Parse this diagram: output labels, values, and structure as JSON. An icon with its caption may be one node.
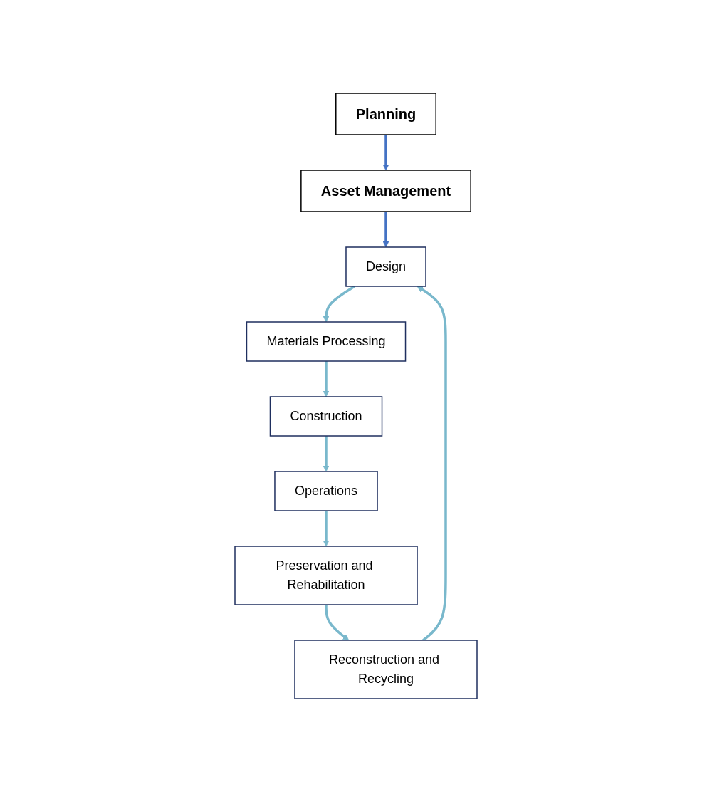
{
  "diagram": {
    "nodes": [
      {
        "text": [
          "Planning"
        ]
      },
      {
        "text": [
          "Asset Management"
        ]
      },
      {
        "text": [
          "Design"
        ]
      },
      {
        "text": [
          "Materials Processing"
        ]
      },
      {
        "text": [
          "Construction"
        ]
      },
      {
        "text": [
          "Operations"
        ]
      },
      {
        "text": [
          "Preservation and Rehabilitation"
        ]
      },
      {
        "text": [
          "Reconstruction and Recycling"
        ]
      }
    ],
    "edges": [
      {
        "from": 0,
        "to": 1,
        "arrow": "to",
        "color": "#4472c4"
      },
      {
        "from": 1,
        "to": 2,
        "arrow": "to",
        "color": "#4472c4"
      },
      {
        "from": 2,
        "to": 3,
        "arrow": "to"
      },
      {
        "from": 3,
        "to": 4,
        "arrow": "to"
      },
      {
        "from": 4,
        "to": 5,
        "arrow": "to"
      },
      {
        "from": 5,
        "to": 6,
        "arrow": "to"
      },
      {
        "from": 6,
        "to": 7,
        "arrow": "to"
      },
      {
        "from": 7,
        "to": 2,
        "arrow": "to"
      }
    ]
  }
}
